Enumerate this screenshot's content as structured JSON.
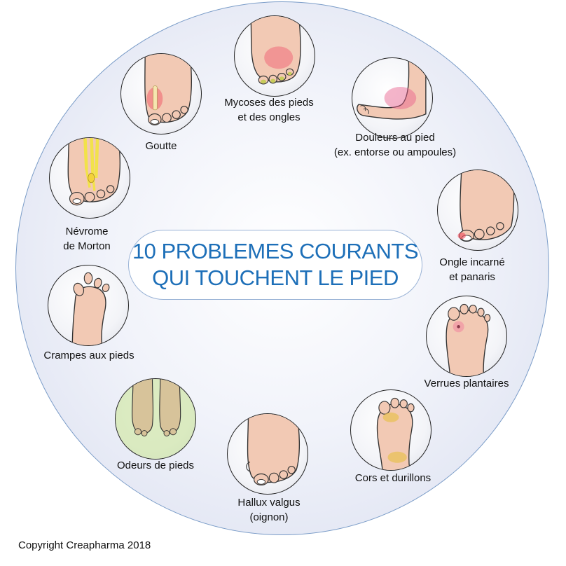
{
  "title": {
    "line1": "10 PROBLEMES COURANTS",
    "line2": "QUI TOUCHENT LE PIED"
  },
  "problems": [
    {
      "lines": [
        "Mycoses des pieds",
        "et des ongles"
      ],
      "icon": "fungal-foot-icon"
    },
    {
      "lines": [
        "Douleurs au pied",
        "(ex. entorse ou ampoules)"
      ],
      "icon": "foot-pain-icon"
    },
    {
      "lines": [
        "Ongle incarné",
        "et panaris"
      ],
      "icon": "ingrown-nail-icon"
    },
    {
      "lines": [
        "Verrues plantaires"
      ],
      "icon": "plantar-wart-icon"
    },
    {
      "lines": [
        "Cors et durillons"
      ],
      "icon": "corns-calluses-icon"
    },
    {
      "lines": [
        "Hallux valgus",
        "(oignon)"
      ],
      "icon": "bunion-icon"
    },
    {
      "lines": [
        "Odeurs de pieds"
      ],
      "icon": "foot-odor-icon"
    },
    {
      "lines": [
        "Crampes aux pieds"
      ],
      "icon": "foot-cramp-icon"
    },
    {
      "lines": [
        "Névrome",
        "de Morton"
      ],
      "icon": "morton-neuroma-icon"
    },
    {
      "lines": [
        "Goutte"
      ],
      "icon": "gout-icon"
    }
  ],
  "copyright": "Copyright Creapharma 2018",
  "colors": {
    "title": "#1d6fb8",
    "disc_border": "#7a9cc8",
    "skin": "#f2c9b4",
    "skin_outline": "#333333"
  }
}
